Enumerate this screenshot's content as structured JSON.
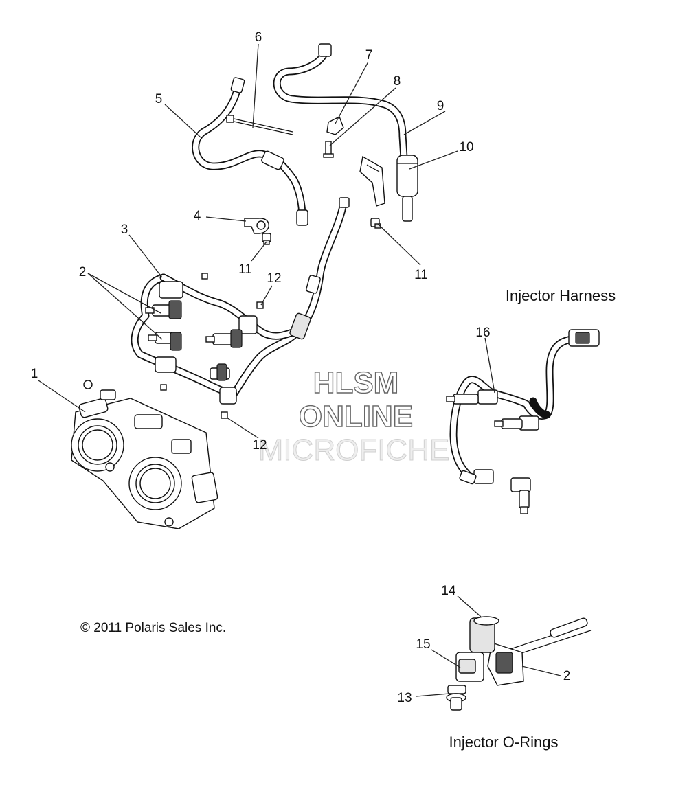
{
  "callouts": {
    "c1": "1",
    "c2a": "2",
    "c2b": "2",
    "c3": "3",
    "c4": "4",
    "c5": "5",
    "c6": "6",
    "c7": "7",
    "c8": "8",
    "c9": "9",
    "c10": "10",
    "c11a": "11",
    "c11b": "11",
    "c12a": "12",
    "c12b": "12",
    "c13": "13",
    "c14": "14",
    "c15": "15",
    "c16": "16"
  },
  "section_titles": {
    "injector_harness": "Injector Harness",
    "injector_orings": "Injector O-Rings"
  },
  "copyright": "© 2011 Polaris Sales Inc.",
  "watermark": {
    "line1": "HLSM",
    "line2": "ONLINE",
    "line3": "MICROFICHE"
  }
}
